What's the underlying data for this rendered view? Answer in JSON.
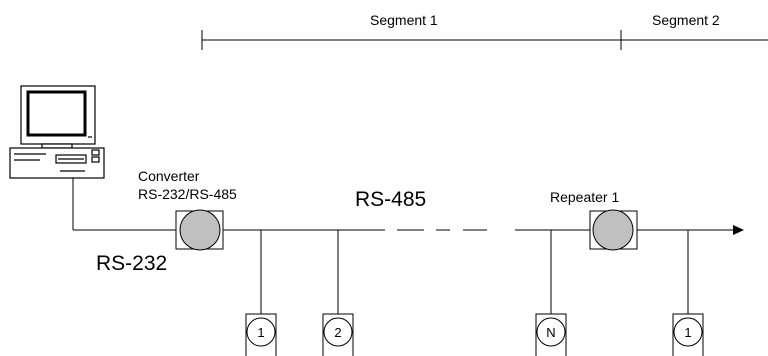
{
  "segments": {
    "segment1_label": "Segment 1",
    "segment2_label": "Segment 2"
  },
  "converter": {
    "title": "Converter",
    "subtitle": "RS-232/RS-485"
  },
  "bus": {
    "rs485_label": "RS-485",
    "rs232_label": "RS-232"
  },
  "repeater": {
    "label": "Repeater 1"
  },
  "nodes": {
    "node1": "1",
    "node2": "2",
    "nodeN": "N",
    "seg2_node1": "1"
  },
  "icons": {
    "computer": "desktop-computer-icon",
    "converter": "converter-circle-icon",
    "repeater": "repeater-circle-icon",
    "arrow": "arrow-right-icon"
  },
  "colors": {
    "line": "#000000",
    "device_fill": "#c0c0c0",
    "background": "#ffffff"
  }
}
